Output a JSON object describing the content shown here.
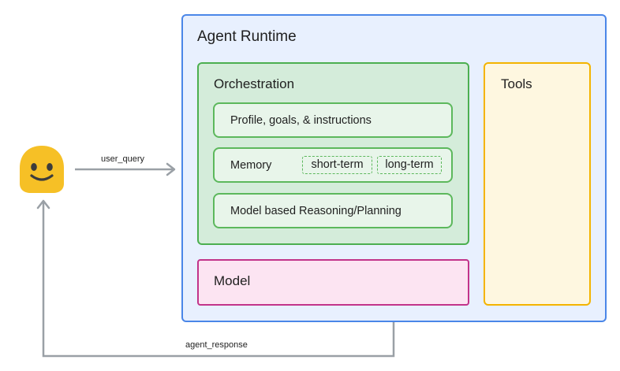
{
  "user": {
    "icon": "smiley-face-icon",
    "color": "#f6c026"
  },
  "runtime": {
    "title": "Agent Runtime",
    "orchestration": {
      "title": "Orchestration",
      "profile_label": "Profile, goals, & instructions",
      "memory": {
        "label": "Memory",
        "short_term": "short-term",
        "long_term": "long-term"
      },
      "reasoning_label": "Model based Reasoning/Planning"
    },
    "model_label": "Model",
    "tools_label": "Tools"
  },
  "edges": {
    "user_query": "user_query",
    "agent_response": "agent_response"
  },
  "colors": {
    "runtime_border": "#4a86e8",
    "orchestration_border": "#4caf50",
    "model_border": "#c2338a",
    "tools_border": "#f4b400",
    "arrow": "#9aa0a6"
  }
}
